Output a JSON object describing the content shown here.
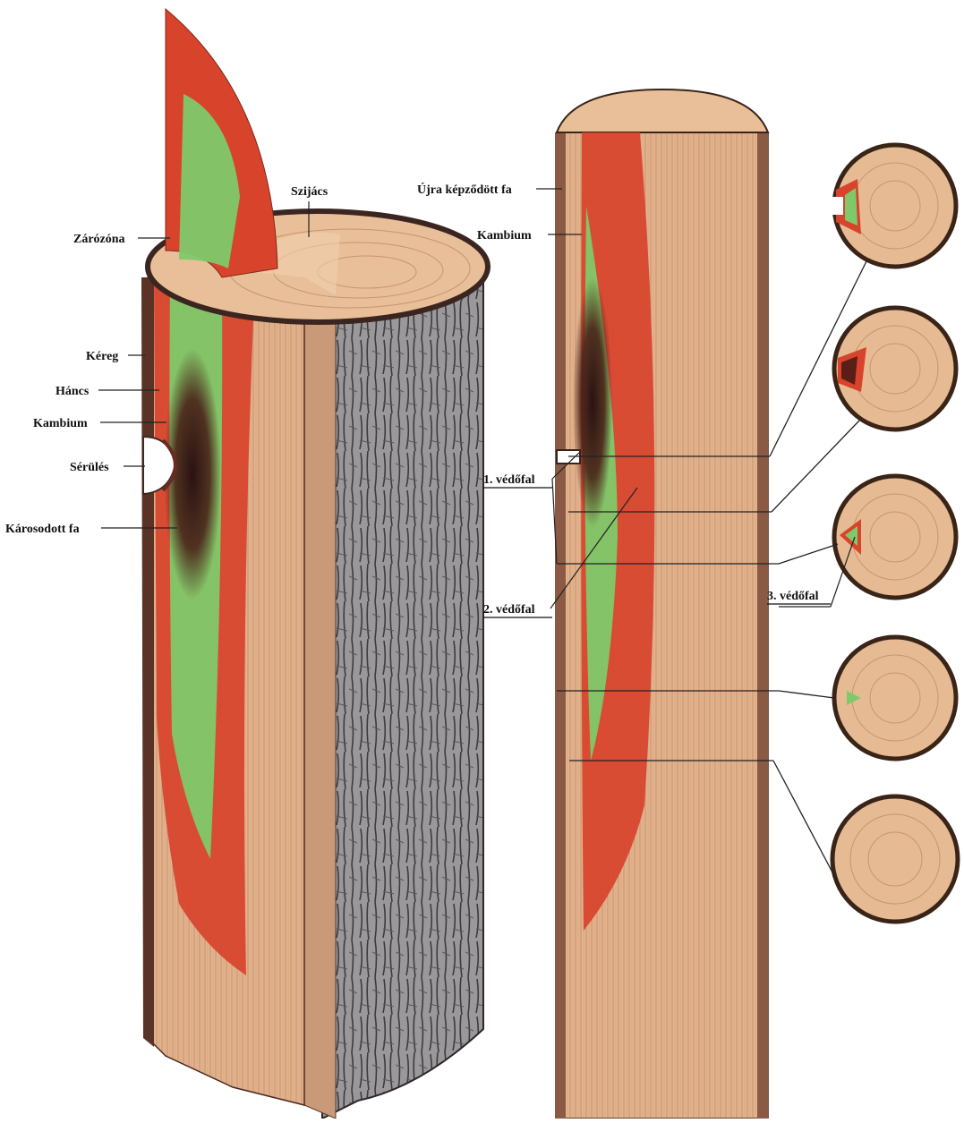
{
  "labels": {
    "zarozona": "Zárózóna",
    "szijacs": "Szijács",
    "kereg": "Kéreg",
    "hancs": "Háncs",
    "kambium_left": "Kambium",
    "serules": "Sérülés",
    "karosodott_fa": "Károsodott fa",
    "ujra_kepzodott_fa": "Újra képződött fa",
    "kambium_right": "Kambium",
    "vedofal_1": "1. védőfal",
    "vedofal_2": "2. védőfal",
    "vedofal_3": "3. védőfal"
  },
  "colors": {
    "wood": "#e2b48e",
    "wood_dark": "#c98e6a",
    "bark": "#8e8b8d",
    "bark_dark": "#4a3a36",
    "decay_red": "#d8432c",
    "seal_green": "#7fc96a",
    "dark_stain": "#3a1a18"
  }
}
